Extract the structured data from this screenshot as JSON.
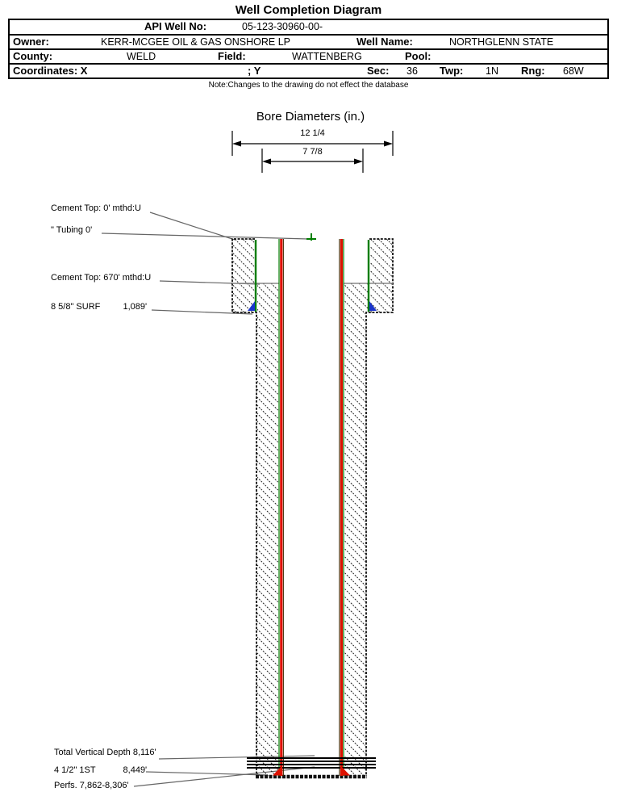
{
  "title": "Well Completion Diagram",
  "header_table": {
    "api_label": "API Well No:",
    "api_value": "05-123-30960-00-",
    "owner_label": "Owner:",
    "owner_value": "KERR-MCGEE OIL & GAS ONSHORE LP",
    "well_name_label": "Well Name:",
    "well_name_value": "NORTHGLENN STATE",
    "county_label": "County:",
    "county_value": "WELD",
    "field_label": "Field:",
    "field_value": "WATTENBERG",
    "pool_label": "Pool:",
    "pool_value": "",
    "coordinates_label": "Coordinates: X",
    "y_label": "; Y",
    "sec_label": "Sec:",
    "sec_value": "36",
    "twp_label": "Twp:",
    "twp_value": "1N",
    "rng_label": "Rng:",
    "rng_value": "68W"
  },
  "note": "Note:Changes to the drawing do not effect the database",
  "bore_diameters": {
    "title": "Bore Diameters (in.)",
    "outer_diameter": "12 1/4",
    "inner_diameter": "7 7/8"
  },
  "annotations": {
    "cement_top_0": "Cement Top: 0' mthd:U",
    "tubing": "\" Tubing 0'",
    "cement_top_670": "Cement Top: 670' mthd:U",
    "surface_casing_label": "8 5/8\" SURF",
    "surface_casing_depth": "1,089'",
    "tvd": "Total Vertical Depth 8,116'",
    "production_casing_label": "4 1/2\" 1ST",
    "production_casing_depth": "8,449'",
    "perfs": "Perfs. 7,862-8,306'"
  },
  "colors": {
    "casing_green": "#007d00",
    "tubing_red": "#dd1100",
    "shoe_blue": "#1a35cc",
    "shoe_red": "#dd1100",
    "leader_gray": "#666666",
    "cement_line_gray": "#888888",
    "hatch_black": "#1a1a1a"
  }
}
